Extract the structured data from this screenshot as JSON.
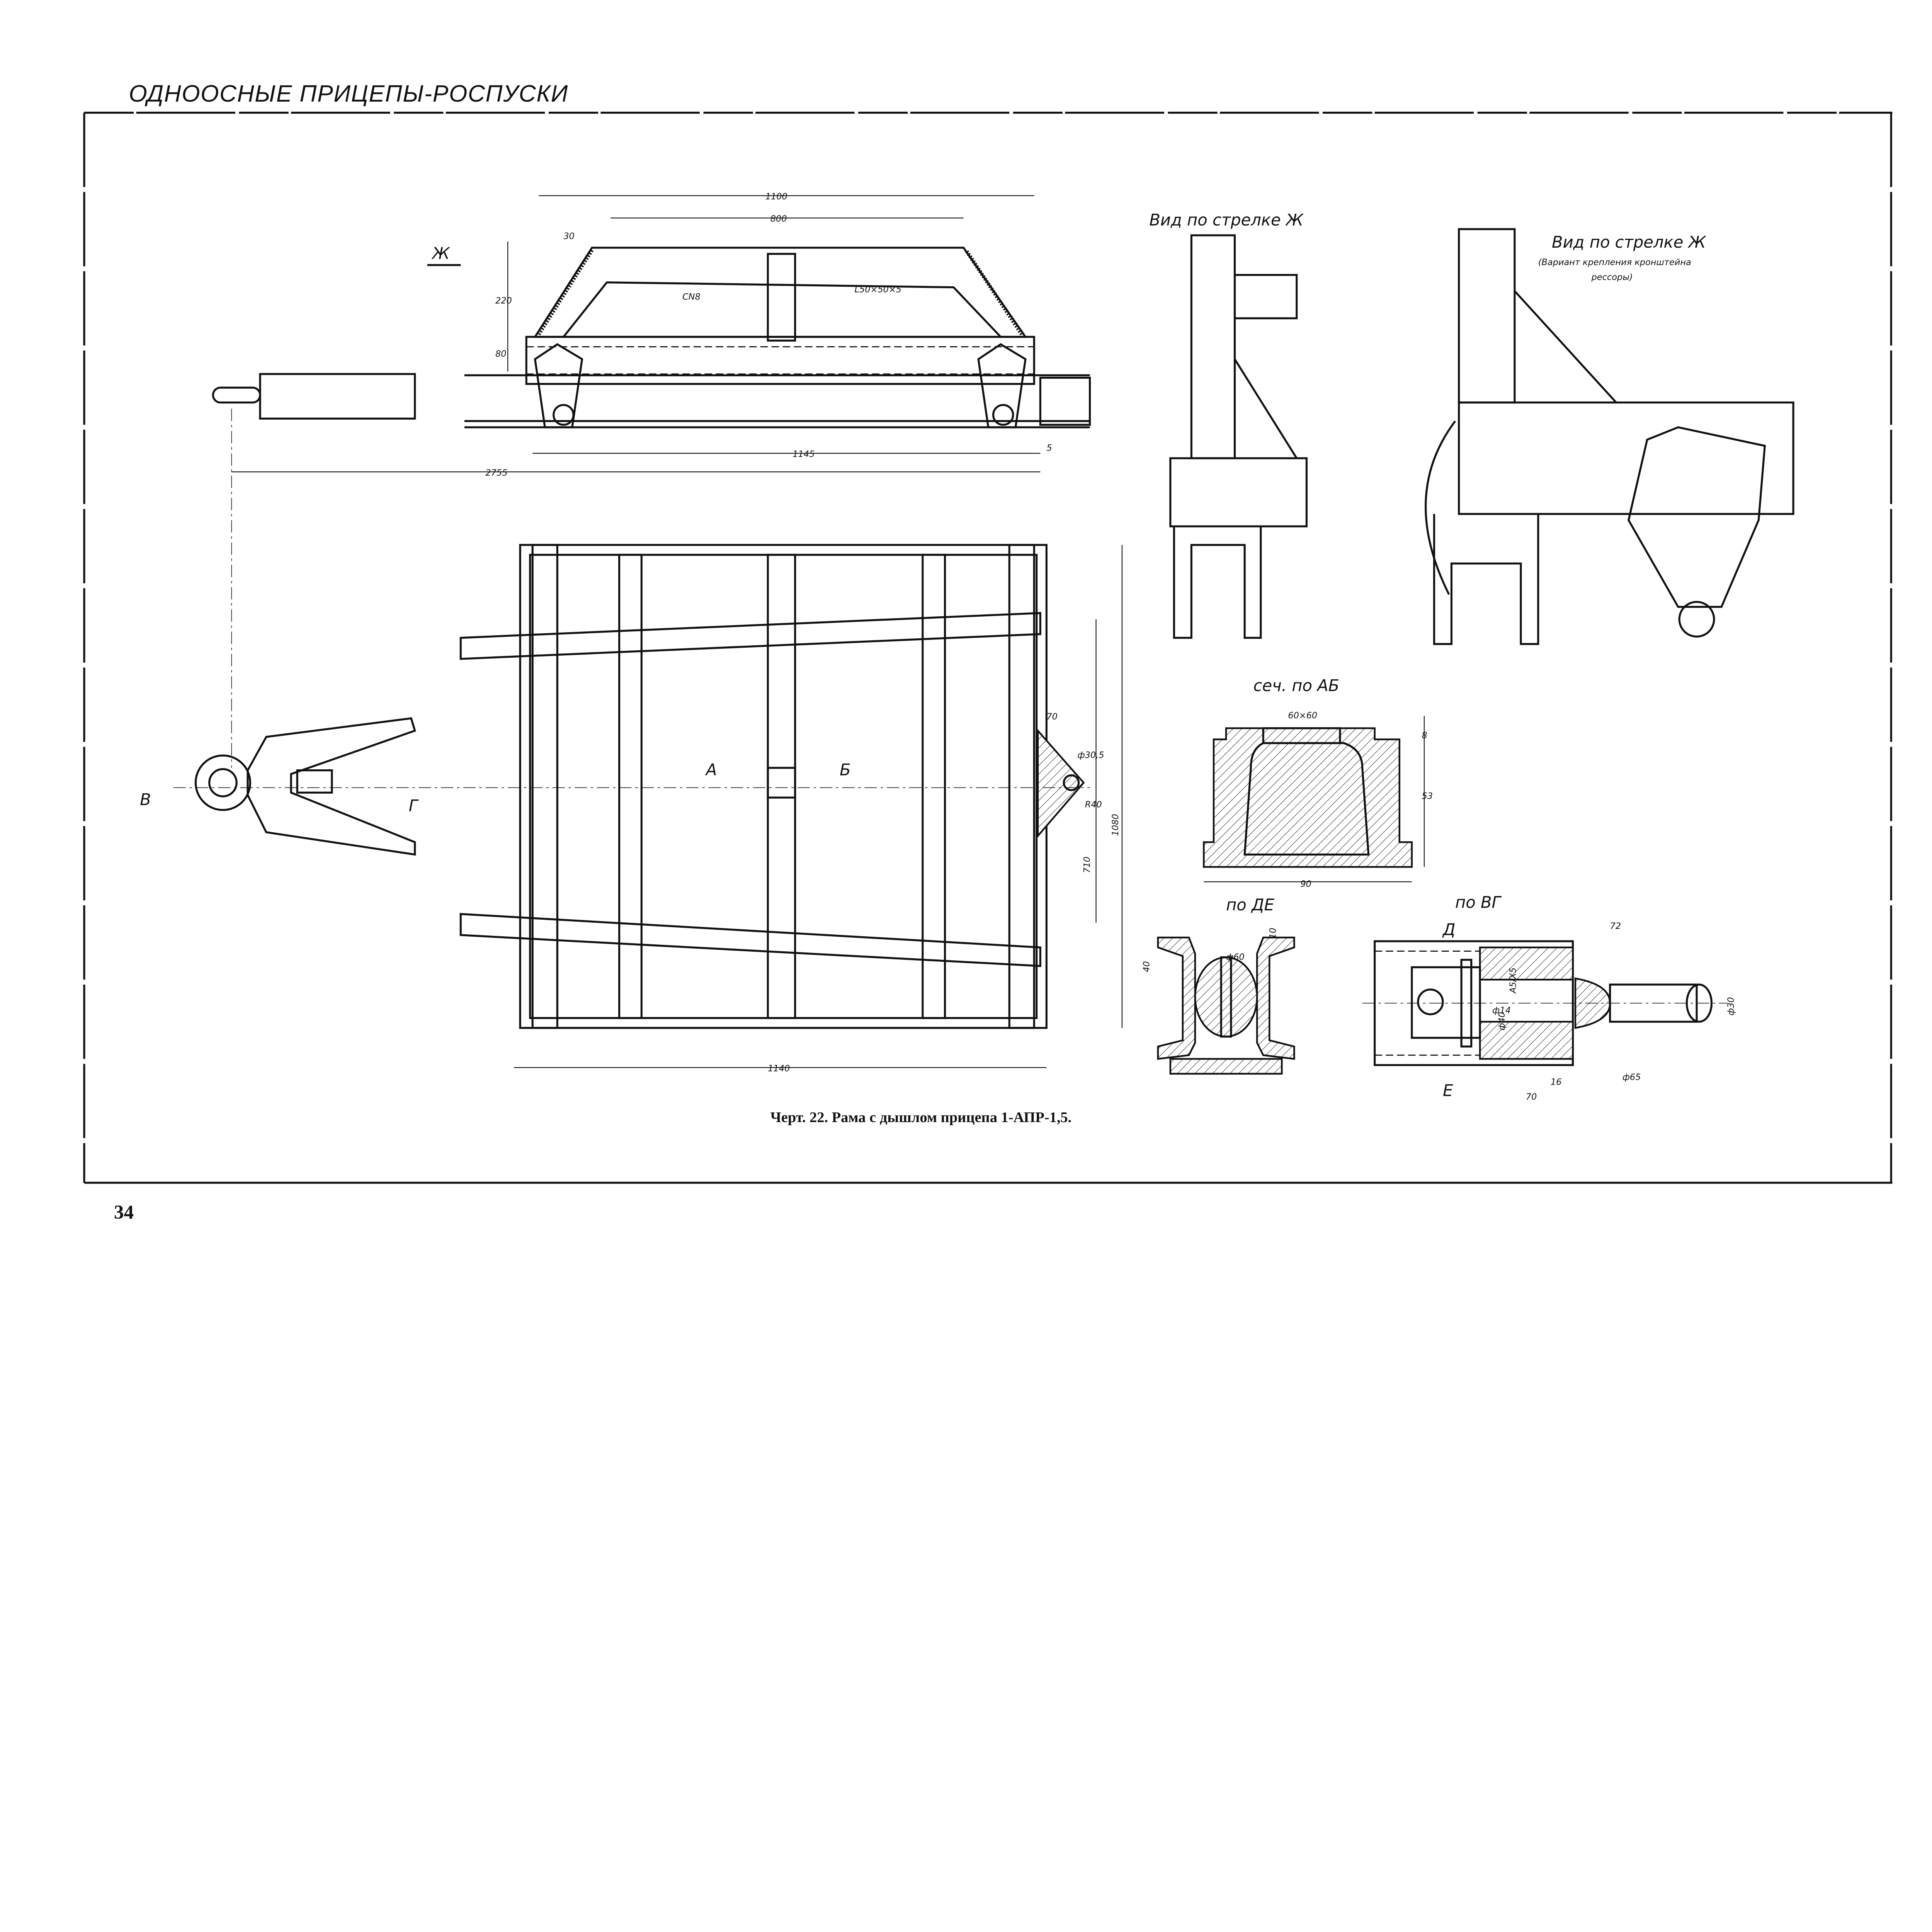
{
  "header": {
    "running_title": "ОДНООСНЫЕ ПРИЦЕПЫ-РОСПУСКИ"
  },
  "page_number": "34",
  "caption": "Черт. 22. Рама с дышлом прицепа 1-АПР-1,5.",
  "side_view": {
    "arrow_label": "Ж",
    "profile_channel": "CN8",
    "profile_angle": "L50×50×5",
    "dims": {
      "d1100": "1100",
      "d800": "800",
      "d30": "30",
      "d220": "220",
      "d80": "80",
      "d1145": "1145",
      "d5": "5",
      "d2755": "2755"
    }
  },
  "plan_view": {
    "section_a": "А",
    "section_b": "Б",
    "section_v": "В",
    "section_g": "Г",
    "dims": {
      "d70": "70",
      "d30_5": "ф30,5",
      "r40": "R40",
      "d710": "710",
      "d1080": "1080",
      "d1140": "1140"
    }
  },
  "view_zh_1": {
    "title": "Вид по стрелке Ж"
  },
  "view_zh_2": {
    "title": "Вид по стрелке Ж",
    "subtitle_line1": "(Вариант крепления кронштейна",
    "subtitle_line2": "рессоры)"
  },
  "section_ab": {
    "title": "сеч. по АБ",
    "dims": {
      "d60x60": "60×60",
      "d8": "8",
      "d53": "53",
      "d90": "90"
    }
  },
  "section_de": {
    "title": "по ДЕ",
    "dims": {
      "d40": "40",
      "d10": "10",
      "d60": "ф60"
    }
  },
  "section_vg": {
    "title": "по ВГ",
    "mark_d": "Д",
    "mark_e": "Е",
    "dims": {
      "d72": "72",
      "d30": "ф30",
      "d65": "ф65",
      "d16": "16",
      "d70": "70",
      "d40": "ф40",
      "fit": "A5/X5",
      "d14": "ф14"
    }
  }
}
